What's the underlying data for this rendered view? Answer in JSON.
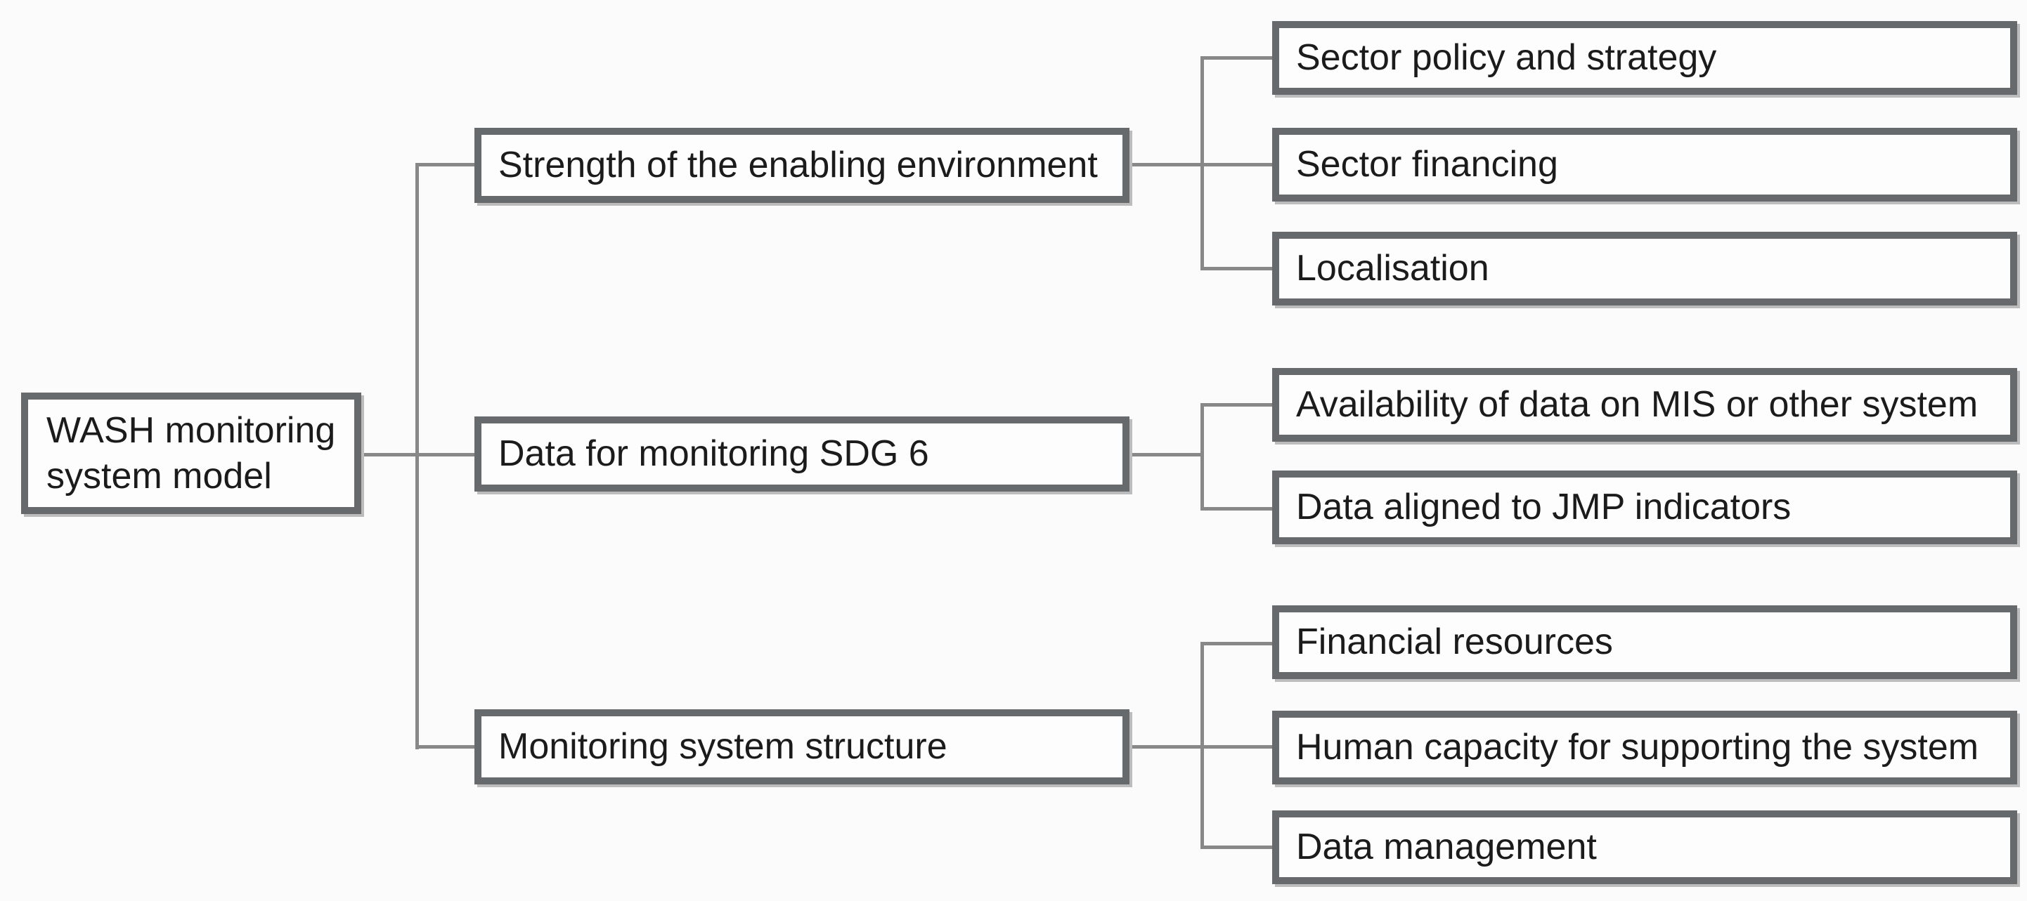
{
  "diagram": {
    "root": {
      "label": "WASH monitoring system model"
    },
    "branches": [
      {
        "label": "Strength of the enabling environment",
        "children": [
          {
            "label": "Sector policy and strategy"
          },
          {
            "label": "Sector financing"
          },
          {
            "label": "Localisation"
          }
        ]
      },
      {
        "label": "Data for monitoring SDG 6",
        "children": [
          {
            "label": "Availability of data on MIS or other system"
          },
          {
            "label": "Data aligned to JMP indicators"
          }
        ]
      },
      {
        "label": "Monitoring system structure",
        "children": [
          {
            "label": "Financial resources"
          },
          {
            "label": "Human capacity for supporting the system"
          },
          {
            "label": "Data management"
          }
        ]
      }
    ],
    "colors": {
      "background": "#fcfbfb",
      "box_fill": "#fdfdfd",
      "box_border": "#666a6d",
      "connector": "#888888",
      "text": "#1b1b1b",
      "shadow": "#bcbcbc"
    }
  }
}
